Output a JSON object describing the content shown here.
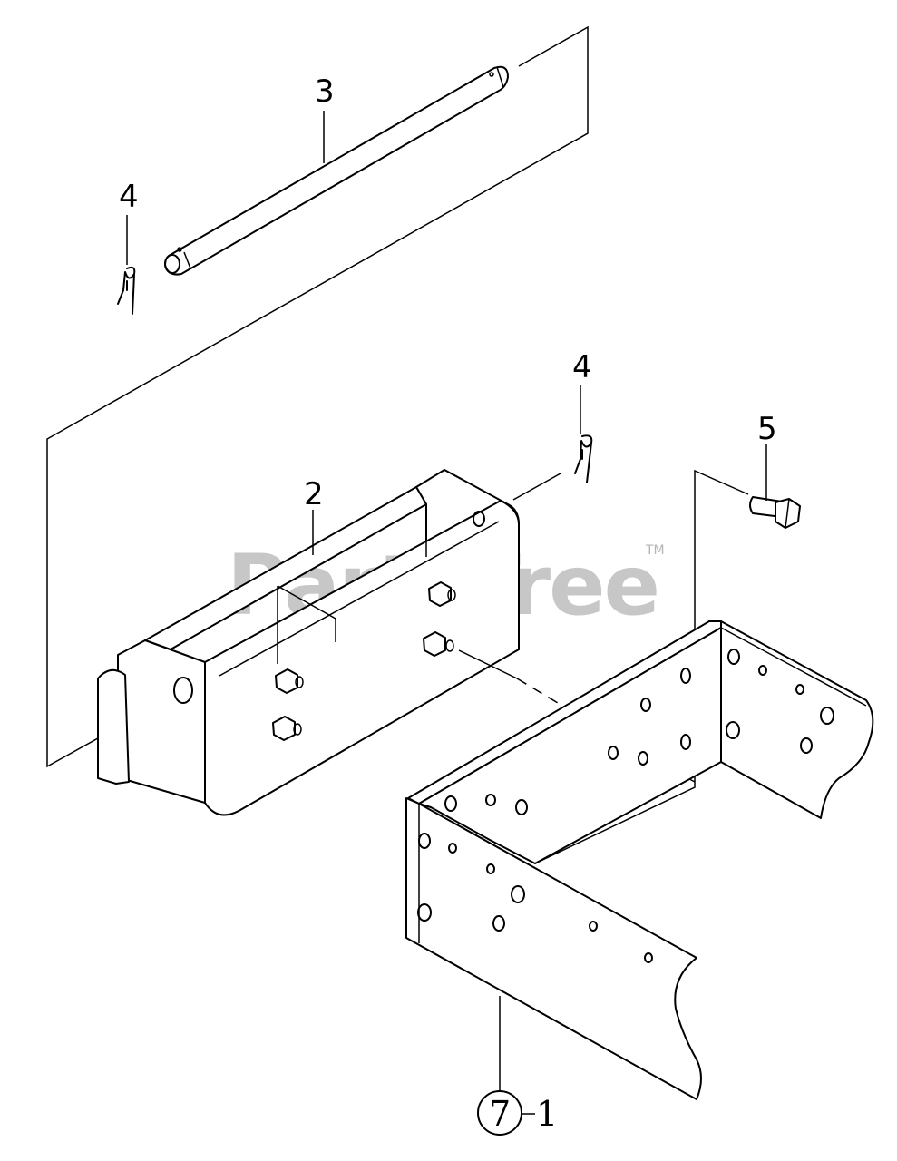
{
  "watermark": {
    "brand": "PartsTree",
    "trademark": "TM"
  },
  "callouts": {
    "c1": "1",
    "c2": "2",
    "c3": "3",
    "c4a": "4",
    "c4b": "4",
    "c5": "5",
    "c7": "7"
  }
}
